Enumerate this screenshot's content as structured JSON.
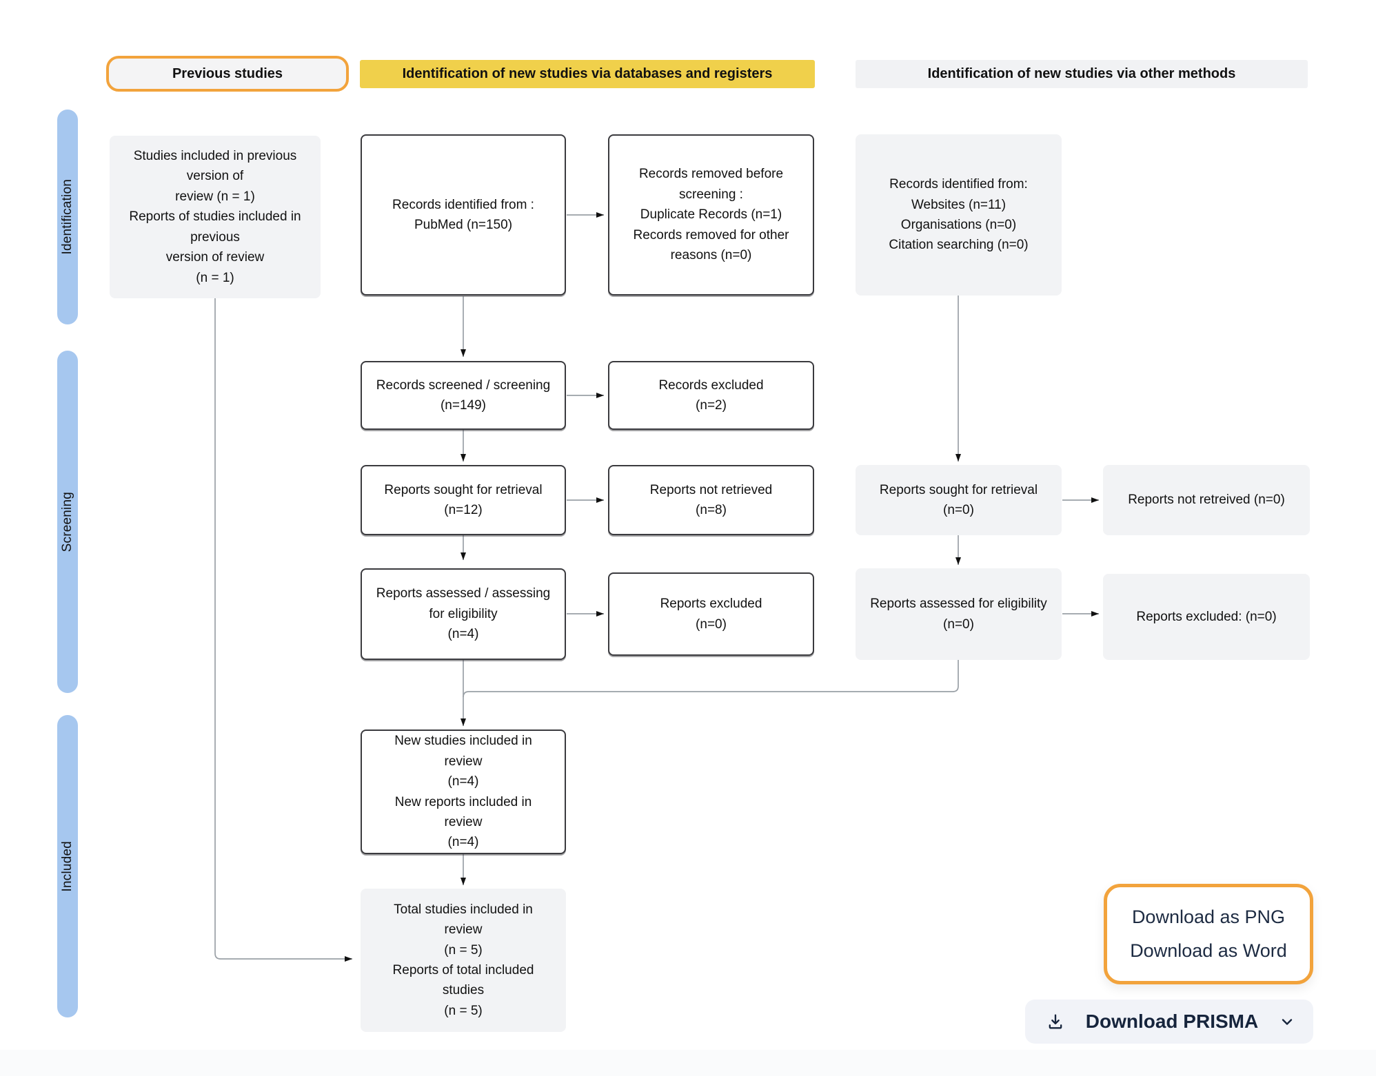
{
  "headers": {
    "previous": "Previous studies",
    "databases": "Identification of new studies via databases and registers",
    "other": "Identification of new studies via other methods"
  },
  "sidebar": {
    "identification": "Identification",
    "screening": "Screening",
    "included": "Included"
  },
  "boxes": {
    "previous_studies": "Studies included in previous\nversion of\nreview (n = 1)\nReports of studies included in\nprevious\nversion of review\n(n = 1)",
    "records_identified": "Records identified from :\nPubMed (n=150)",
    "records_removed": "Records removed before\nscreening :\nDuplicate Records (n=1)\nRecords removed for other\nreasons (n=0)",
    "records_screened": "Records screened / screening\n(n=149)",
    "records_excluded": "Records excluded\n(n=2)",
    "reports_sought": "Reports sought for retrieval\n(n=12)",
    "reports_not_retrieved": "Reports not retrieved\n(n=8)",
    "reports_assessed": "Reports assessed / assessing\nfor eligibility\n(n=4)",
    "reports_excluded": "Reports excluded\n(n=0)",
    "other_records_identified": "Records identified from:\nWebsites (n=11)\nOrganisations (n=0)\nCitation searching (n=0)",
    "other_reports_sought": "Reports sought for retrieval\n(n=0)",
    "other_reports_not_retrieved": "Reports not retreived (n=0)",
    "other_reports_assessed": "Reports assessed for eligibility\n(n=0)",
    "other_reports_excluded": "Reports excluded: (n=0)",
    "new_studies": "New studies included in\nreview\n(n=4)\nNew reports included in\nreview\n(n=4)",
    "total_studies": "Total studies included in\nreview\n(n = 5)\nReports of total included\nstudies\n(n = 5)"
  },
  "download_menu": {
    "png_label": "Download as PNG",
    "word_label": "Download as Word"
  },
  "download_button": {
    "label": "Download PRISMA"
  },
  "colors": {
    "accent_orange": "#f2a33c",
    "header_yellow": "#f0d04b",
    "sidebar_blue": "#a6c7ef",
    "box_gray": "#f2f3f5",
    "text_navy": "#16243c"
  }
}
